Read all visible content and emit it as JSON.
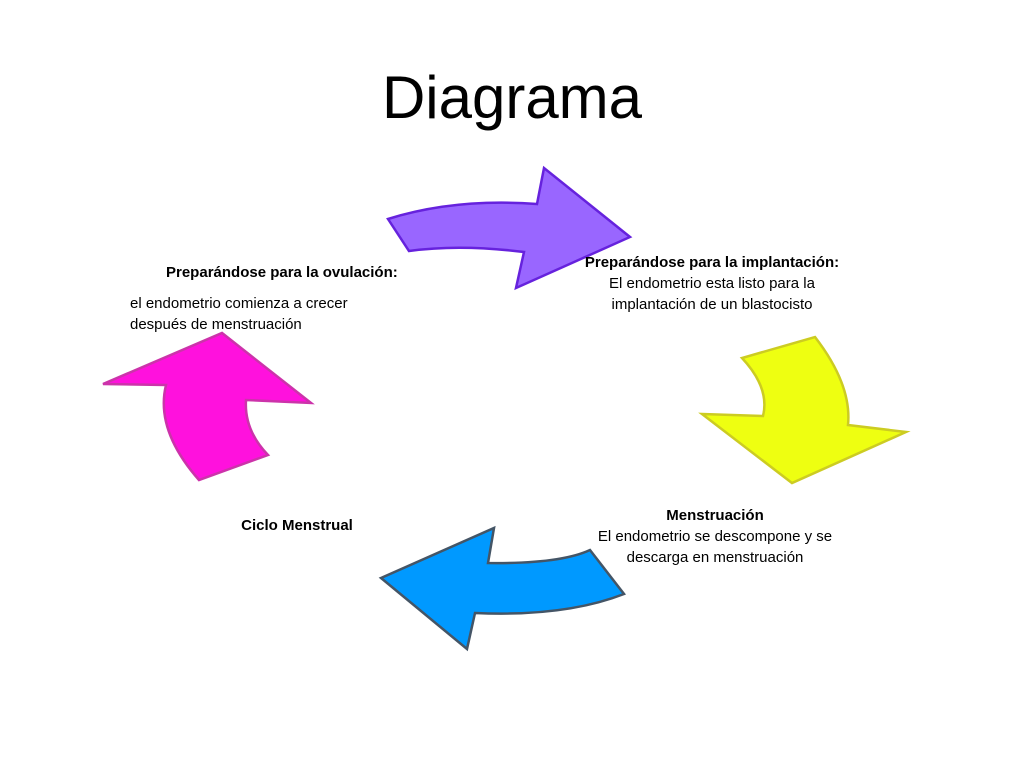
{
  "title": "Diagrama",
  "colors": {
    "arrow_top": "#9966ff",
    "arrow_top_stroke": "#6622dd",
    "arrow_right": "#eeff11",
    "arrow_right_stroke": "#cccc22",
    "arrow_bottom": "#0099ff",
    "arrow_bottom_stroke": "#445566",
    "arrow_left": "#ff11dd",
    "arrow_left_stroke": "#cc33aa"
  },
  "stages": {
    "ovulation": {
      "heading": "Preparándose para la ovulación:",
      "line1": "el endometrio comienza a crecer",
      "line2": "después de menstruación"
    },
    "implantation": {
      "heading": "Preparándose para la implantación:",
      "line1": "El endometrio esta listo para la",
      "line2": "implantación de un blastocisto"
    },
    "menstruation": {
      "heading": "Menstruación",
      "line1": "El endometrio se descompone y se",
      "line2": "descarga en menstruación"
    },
    "cycle": {
      "heading": "Ciclo Menstrual"
    }
  }
}
